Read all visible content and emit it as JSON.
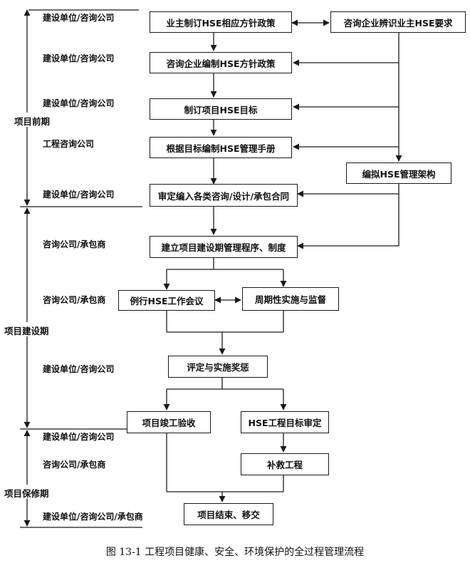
{
  "roles": [
    "建设单位/咨询公司",
    "建设单位/咨询公司",
    "建设单位/咨询公司",
    "工程咨询公司",
    "建设单位/咨询公司",
    "咨询公司/承包商",
    "咨询公司/承包商",
    "建设单位/咨询公司",
    "建设单位/咨询公司",
    "咨询公司/承包商",
    "建设单位/咨询公司/承包商"
  ],
  "phases": {
    "pre": "项目前期",
    "construction": "项目建设期",
    "warranty": "项目保修期"
  },
  "boxes": {
    "owner_policy": "业主制订HSE相应方针政策",
    "identify_req": "咨询企业辨识业主HSE要求",
    "consult_policy": "咨询企业编制HSE方针政策",
    "set_goals": "制订项目HSE目标",
    "manual": "根据目标编制HSE管理手册",
    "org_structure": "编拟HSE管理架构",
    "review_contracts": "审定编入各类咨询/设计/承包合同",
    "procedures": "建立项目建设期管理程序、制度",
    "meetings": "例行HSE工作会议",
    "periodic": "周期性实施与监督",
    "evaluate": "评定与实施奖惩",
    "acceptance": "项目竣工验收",
    "target_review": "HSE工程目标审定",
    "remedial": "补救工程",
    "handover": "项目结束、移交"
  },
  "caption": "图 13-1    工程项目健康、安全、环境保护的全过程管理流程"
}
